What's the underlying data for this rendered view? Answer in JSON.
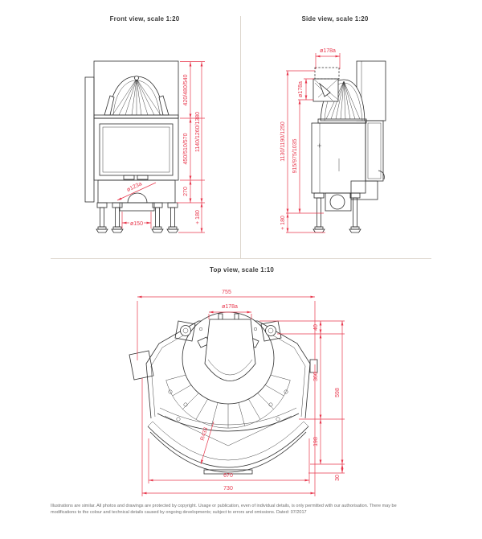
{
  "page": {
    "background": "#ffffff",
    "dimension_color": "#e8394e",
    "drawing_line_color": "#2e2e2e",
    "divider_color": "#ddd6cd"
  },
  "front_view": {
    "title": "Front view, scale 1:20",
    "dims": {
      "hood_height": "420/480/540",
      "door_height": "450/510/570",
      "base_height": "270",
      "total_height": "1140/1260/1380",
      "leg_adjust": "+ 180",
      "air_duct": "ø150",
      "air_spigot": "ø123a"
    }
  },
  "side_view": {
    "title": "Side view, scale 1:20",
    "dims": {
      "flue_top": "ø178a",
      "flue_side": "ø178a",
      "total_height": "1130/1190/1250",
      "body_height": "915/975/1035",
      "leg_adjust": "+ 180"
    }
  },
  "top_view": {
    "title": "Top view, scale 1:10",
    "dims": {
      "total_width": "755",
      "flue": "ø178a",
      "rear_gap": "40",
      "body_depth": "360",
      "front_depth": "198",
      "total_depth": "598",
      "front_lip": "30",
      "glass_width": "670",
      "front_width": "730",
      "glass_radius": "R433"
    }
  },
  "footer": {
    "line1": "Illustrations are similar. All photos and drawings are protected by copyright. Usage or publication, even of individual details, is only permitted with our authorisation. There may be",
    "line2": "modifications to the colour and technical details caused by ongoing developments; subject to errors and omissions. Dated: 07/2017"
  }
}
